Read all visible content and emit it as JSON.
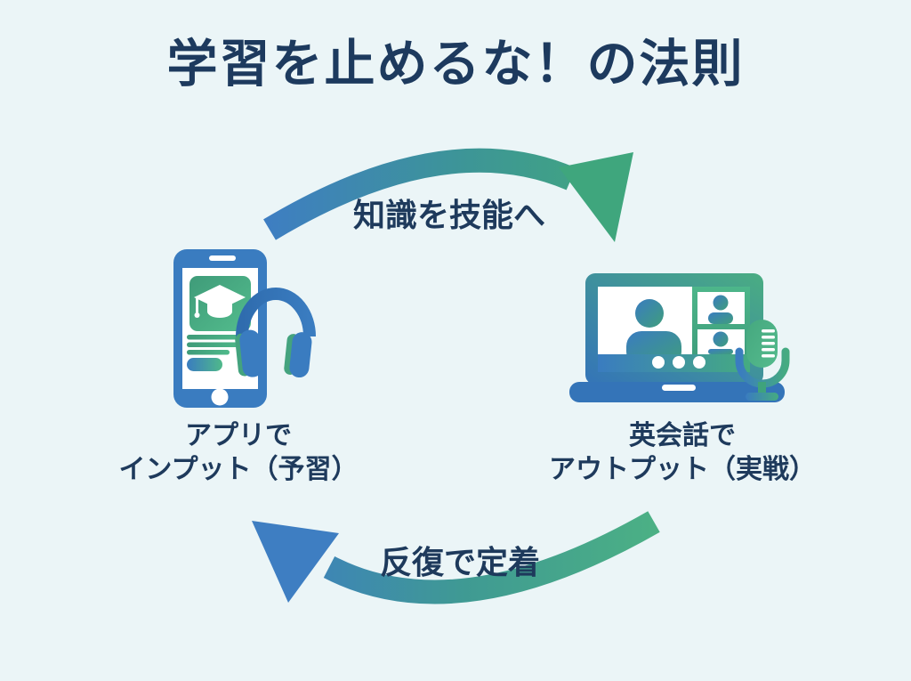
{
  "title": "学習を止めるな！の法則",
  "cycle": {
    "top_arrow_label": "知識を技能へ",
    "bottom_arrow_label": "反復で定着",
    "direction": "clockwise"
  },
  "left_node": {
    "icon": "smartphone-with-headphones-icon",
    "label_line1": "アプリで",
    "label_line2": "インプット（予習）"
  },
  "right_node": {
    "icon": "laptop-videocall-with-microphone-icon",
    "label_line1": "英会話で",
    "label_line2": "アウトプット（実戦）"
  },
  "colors": {
    "background": "#ebf5f7",
    "text_navy": "#1e3a5c",
    "accent_blue": "#3a7cc0",
    "accent_green": "#45ab81"
  }
}
